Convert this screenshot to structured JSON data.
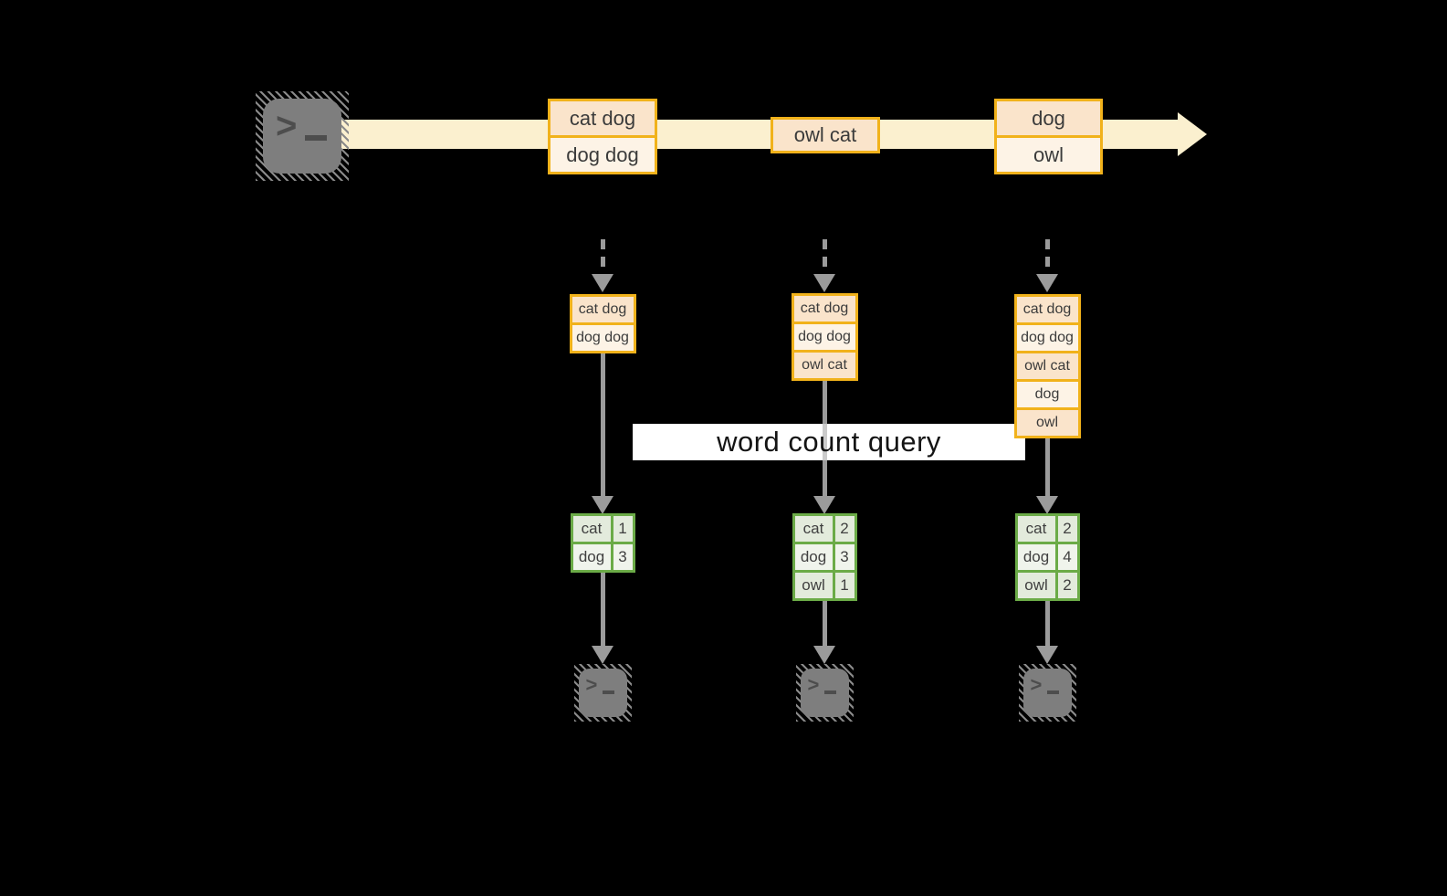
{
  "query": {
    "label": "word count query"
  },
  "stream": {
    "source_icon": "terminal-icon",
    "batches": [
      {
        "rows": [
          "cat dog",
          "dog dog"
        ]
      },
      {
        "rows": [
          "owl cat"
        ]
      },
      {
        "rows": [
          "dog",
          "owl"
        ]
      }
    ]
  },
  "columns": [
    {
      "input_rows": [
        "cat dog",
        "dog dog"
      ],
      "counts": [
        [
          "cat",
          "1"
        ],
        [
          "dog",
          "3"
        ]
      ],
      "sink_icon": "terminal-icon"
    },
    {
      "input_rows": [
        "cat dog",
        "dog dog",
        "owl cat"
      ],
      "counts": [
        [
          "cat",
          "2"
        ],
        [
          "dog",
          "3"
        ],
        [
          "owl",
          "1"
        ]
      ],
      "sink_icon": "terminal-icon"
    },
    {
      "input_rows": [
        "cat dog",
        "dog dog",
        "owl cat",
        "dog",
        "owl"
      ],
      "counts": [
        [
          "cat",
          "2"
        ],
        [
          "dog",
          "4"
        ],
        [
          "owl",
          "2"
        ]
      ],
      "sink_icon": "terminal-icon"
    }
  ],
  "colors": {
    "background": "#000000",
    "stream_fill": "#FBF0CF",
    "box_border": "#F1B21B",
    "box_fill_dark": "#FAE4CB",
    "box_fill_light": "#FDF3E6",
    "table_border": "#6BAB47",
    "table_fill_dark": "#E3EBDC",
    "table_fill_light": "#F0F4EC",
    "arrow_gray": "#9B9B9B",
    "terminal_gray": "#7E7E7E",
    "query_band": "#FFFFFF"
  }
}
